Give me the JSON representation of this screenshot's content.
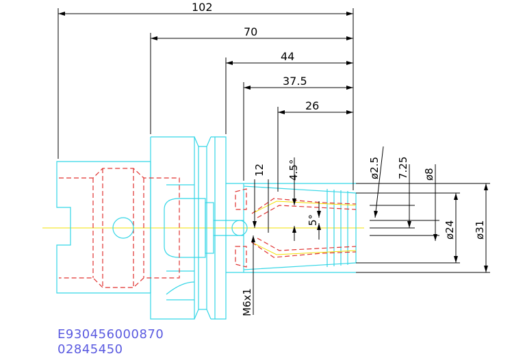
{
  "colors": {
    "outline": "#33d6e6",
    "hidden": "#e0312f",
    "centerline": "#f2e000",
    "dimension": "#000000",
    "part_number": "#5a5ae0"
  },
  "dimensions": {
    "length_102": "102",
    "length_70": "70",
    "length_44": "44",
    "length_37_5": "37.5",
    "length_26": "26",
    "radial_12": "12",
    "angle_4_5": "4.5°",
    "angle_5": "5°",
    "dia_2_5": "ø2.5",
    "radial_7_25": "7.25",
    "dia_8": "ø8",
    "dia_24": "ø24",
    "dia_31": "ø31",
    "thread": "M6x1"
  },
  "part_number": {
    "line1": "E930456000870",
    "line2": "02845450"
  }
}
